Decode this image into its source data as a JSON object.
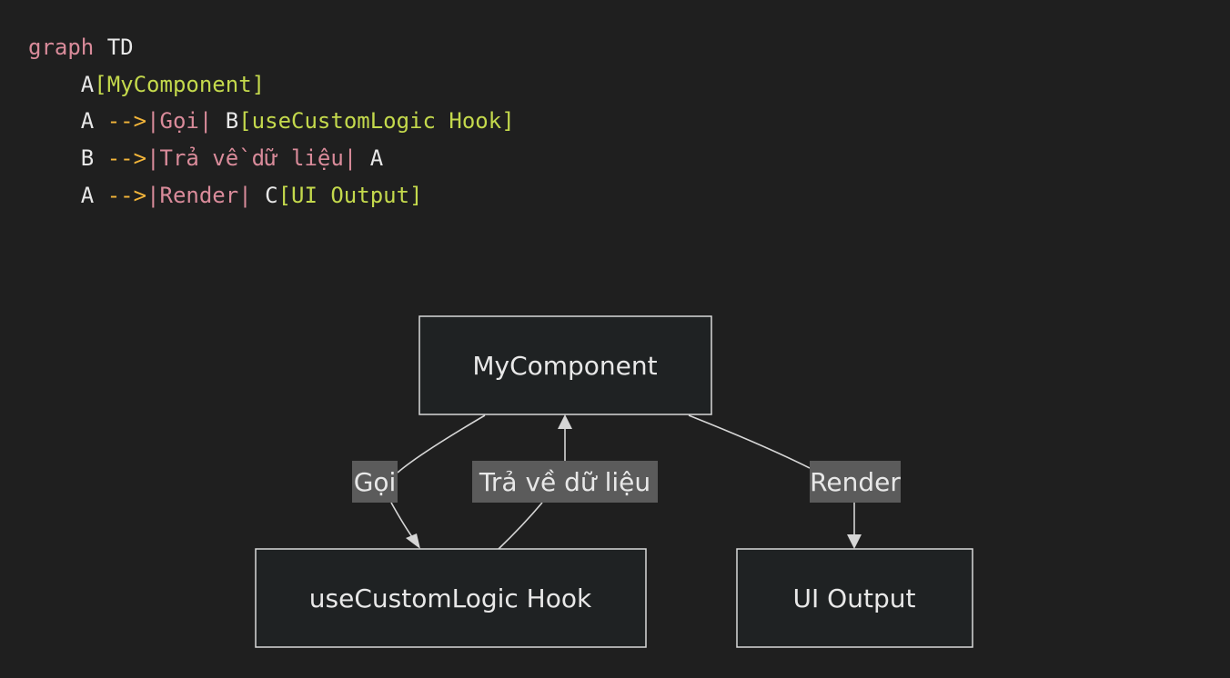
{
  "code": {
    "line1": {
      "keyword": "graph",
      "direction": "TD"
    },
    "line2": {
      "id": "A",
      "label": "[MyComponent]"
    },
    "line3": {
      "from": "A",
      "arrow": "-->",
      "edge_label": "|Gọi|",
      "to": "B",
      "to_label": "[useCustomLogic Hook]"
    },
    "line4": {
      "from": "B",
      "arrow": "-->",
      "edge_label": "|Trả về dữ liệu|",
      "to": "A"
    },
    "line5": {
      "from": "A",
      "arrow": "-->",
      "edge_label": "|Render|",
      "to": "C",
      "to_label": "[UI Output]"
    }
  },
  "diagram": {
    "nodes": {
      "a": "MyComponent",
      "b": "useCustomLogic Hook",
      "c": "UI Output"
    },
    "edges": {
      "a_b": "Gọi",
      "b_a": "Trả về dữ liệu",
      "a_c": "Render"
    }
  }
}
